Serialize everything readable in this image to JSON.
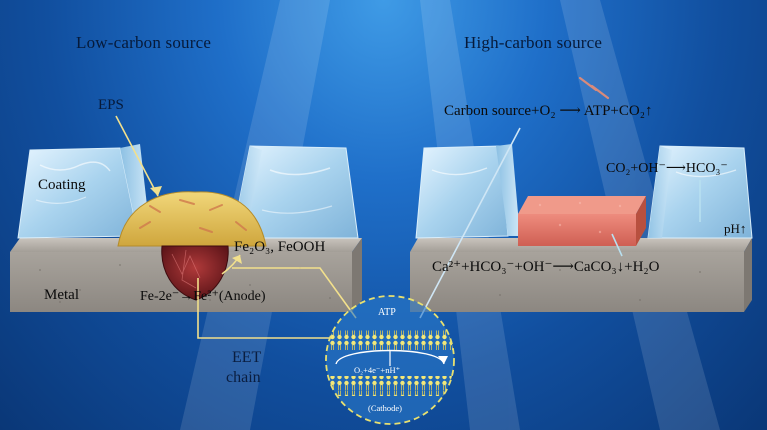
{
  "titles": {
    "left": "Low-carbon source",
    "right": "High-carbon source"
  },
  "labels": {
    "eps": "EPS",
    "coating": "Coating",
    "metal": "Metal",
    "iron_oxides": "Fe₂O₃, FeOOH",
    "anode_reaction": "Fe-2e⁻→Fe²⁺(Anode)",
    "eet_line1": "EET",
    "eet_line2": "chain",
    "carbon_reaction": "Carbon source+O₂ ⟶ ATP+CO₂↑",
    "hco3_reaction": "CO₂+OH⁻⟶HCO₃⁻",
    "ph": "pH↑",
    "caco3_reaction": "Ca²⁺+HCO₃⁻+OH⁻⟶CaCO₃↓+H₂O",
    "atp": "ATP",
    "cathode_reaction": "O₂+4e⁻+nH⁺",
    "cathode": "(Cathode)"
  },
  "colors": {
    "water": "#1f6fc9",
    "coating": "#b9dcf0",
    "metal": "#aaa59e",
    "eps": "#e3c25a",
    "corrosion_pit": "#7a1f24",
    "caco3_layer": "#e0776a",
    "membrane_ring": "#e8e070",
    "connector": "#f2e08c"
  }
}
